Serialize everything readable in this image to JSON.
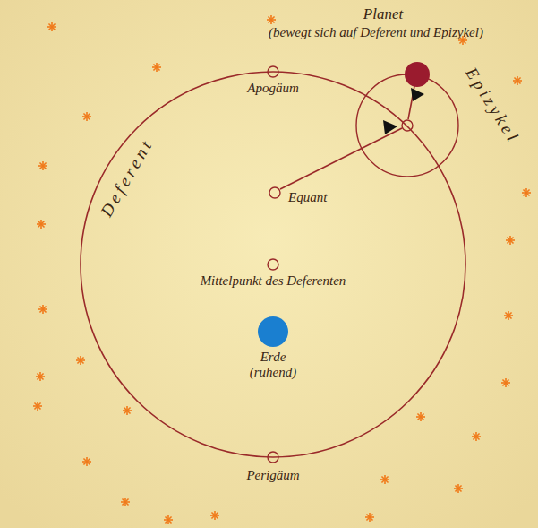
{
  "diagram": {
    "labels": [
      "Planet",
      "(bewegt sich auf Deferent und Epizykel)",
      "Apogäum",
      "Epizykel",
      "Deferent",
      "Equant",
      "Mittelpunkt des Deferenten",
      "Erde (ruhend)",
      "Perigäum"
    ]
  }
}
